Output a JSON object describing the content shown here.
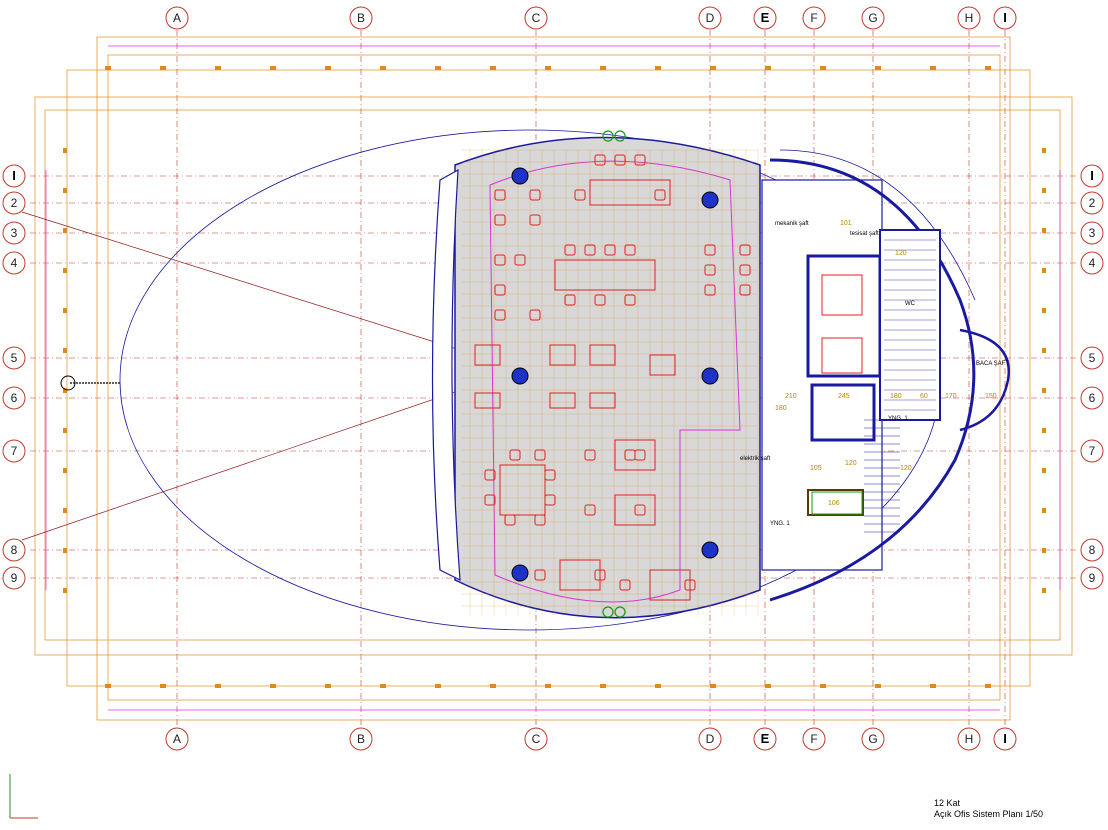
{
  "columns": [
    "A",
    "B",
    "C",
    "D",
    "E",
    "F",
    "G",
    "H",
    "I"
  ],
  "rows": [
    "I",
    "2",
    "3",
    "4",
    "5",
    "6",
    "7",
    "8",
    "9"
  ],
  "bold_labels": [
    "E",
    "I"
  ],
  "room_labels": {
    "baca_saft": "BACA ŞAFT",
    "yangin_title": "YNG. 1",
    "wc": "WC",
    "elektrik": "elektrik şaft",
    "mekanik": "mekanik şaft",
    "tesisat": "tesisat şaft",
    "yangin2_title": "YNG. 1"
  },
  "dims": [
    "150",
    "210",
    "245",
    "180",
    "60",
    "170",
    "120",
    "106",
    "105",
    "120",
    "120",
    "180",
    "101"
  ],
  "title_block": {
    "line1": "12 Kat",
    "line2": "Açık Ofis Sistem Planı 1/50"
  },
  "colors": {
    "grid_bubble": "#c0392b",
    "grid_line": "#c0392b",
    "dimension": "#e08a1e",
    "magenta": "#d633d6",
    "furniture": "#e02020",
    "wall": "#1a1aa0",
    "column": "#1d33c8",
    "floor_fill": "#d8d8d8",
    "plant": "#1a9a1a"
  }
}
